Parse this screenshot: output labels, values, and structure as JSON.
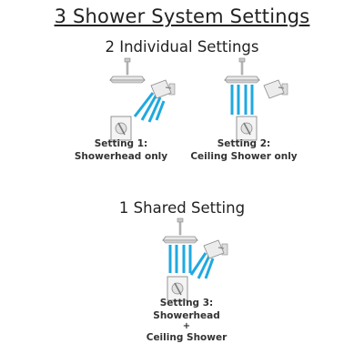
{
  "title": "3 Shower System Settings",
  "individual": {
    "heading": "2 Individual Settings",
    "settings": [
      {
        "name": "Setting 1:",
        "desc": "Showerhead only"
      },
      {
        "name": "Setting 2:",
        "desc": "Ceiling Shower only"
      }
    ]
  },
  "shared": {
    "heading": "1 Shared Setting",
    "setting": {
      "name": "Setting 3:",
      "line1": "Showerhead",
      "plus": "+",
      "line2": "Ceiling Shower"
    }
  },
  "colors": {
    "water": "#1fa9e0",
    "chrome": "#9a9a9a"
  }
}
